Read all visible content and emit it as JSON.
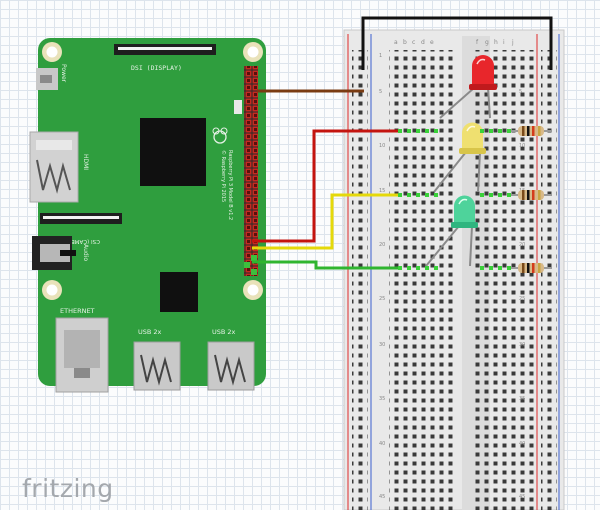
{
  "brand": {
    "name": "fritzing"
  },
  "pi": {
    "board_color": "#2f9e3e",
    "labels": {
      "dsi": "DSI (DISPLAY)",
      "power": "Power",
      "hdmi": "HDMI",
      "csi": "CSI (CAMERA)",
      "audio": "Audio",
      "ethernet": "ETHERNET",
      "usb1": "USB 2x",
      "usb2": "USB 2x",
      "model": "Raspberry Pi 3 Model B v1.2",
      "copyright": "© Raspberry Pi 2015"
    }
  },
  "breadboard": {
    "column_letters_left": [
      "a",
      "b",
      "c",
      "d",
      "e"
    ],
    "column_letters_right": [
      "f",
      "g",
      "h",
      "i",
      "j"
    ],
    "row_numbers": [
      "1",
      "5",
      "10",
      "15",
      "20",
      "25",
      "30",
      "35",
      "40",
      "45"
    ]
  },
  "components": {
    "leds": [
      {
        "name": "red",
        "color": "#e8262b"
      },
      {
        "name": "yellow",
        "color": "#efe070"
      },
      {
        "name": "green",
        "color": "#4ed39b"
      }
    ],
    "resistor_count": 3
  },
  "wires": [
    {
      "name": "ground",
      "color": "#7a3b12"
    },
    {
      "name": "red-led-signal",
      "color": "#c4140f"
    },
    {
      "name": "yellow-led-signal",
      "color": "#e5d90a"
    },
    {
      "name": "green-led-signal",
      "color": "#2fb52f"
    },
    {
      "name": "rail-jumper",
      "color": "#111111"
    }
  ]
}
